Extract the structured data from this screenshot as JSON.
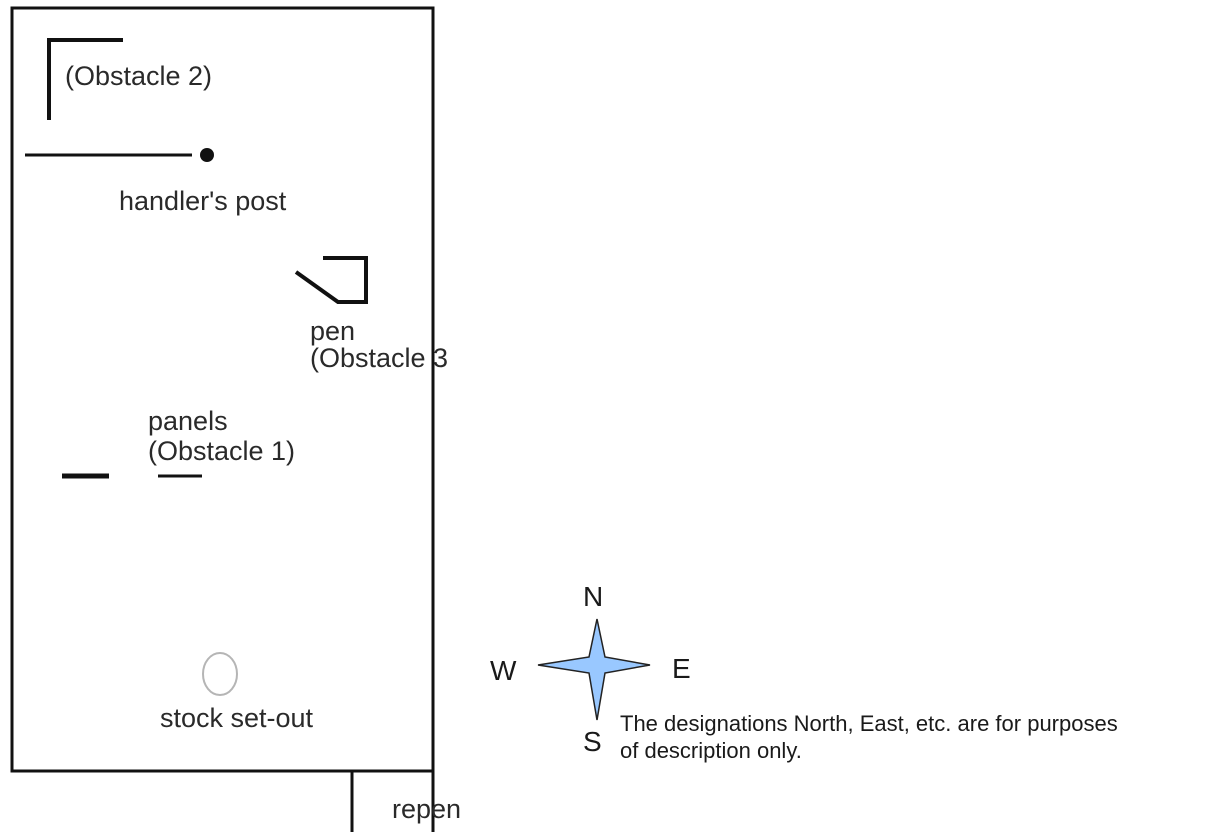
{
  "labels": {
    "obstacle2": "(Obstacle 2)",
    "handlers_post": "handler's post",
    "pen": "pen",
    "obstacle3": "(Obstacle 3",
    "panels": "panels",
    "obstacle1": "(Obstacle 1)",
    "stock_setout": "stock set-out",
    "repen": "repen"
  },
  "compass": {
    "north": "N",
    "south": "S",
    "east": "E",
    "west": "W",
    "fill_color": "#99c8ff"
  },
  "note": {
    "line1": "The designations North, East, etc. are for purposes",
    "line2": "of description only."
  }
}
